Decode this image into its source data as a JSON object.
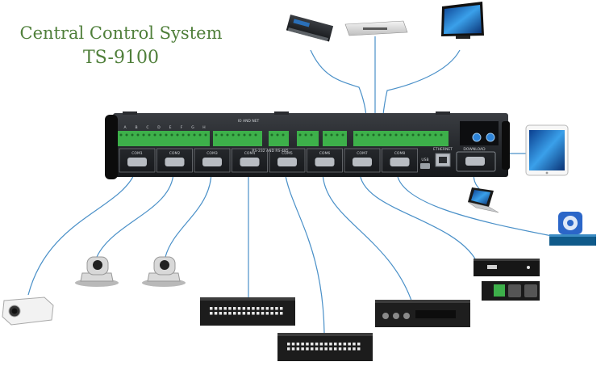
{
  "title_line1": "Central Control System",
  "title_line2": "TS-9100",
  "panel": {
    "io_header": "IO AND NET",
    "serial_header": "RS-232 AND RS-485",
    "io_labels": [
      "A",
      "B",
      "C",
      "D",
      "E",
      "F",
      "G",
      "H"
    ],
    "com_labels": [
      "COM1",
      "COM2",
      "COM3",
      "COM4",
      "COM5",
      "COM6",
      "COM7",
      "COM8"
    ],
    "usb_label": "USB",
    "ethernet_label": "ETHERNET",
    "download_label": "DOWNLOAD"
  },
  "accent_color": "#4f7f3a",
  "cable_color": "#4a90c8",
  "terminal_color": "#3db04a",
  "devices": [
    "projector-icon",
    "ptz-camera-icon",
    "ptz-camera-icon",
    "matrix-switcher-icon",
    "matrix-switcher-icon",
    "audio-mixer-icon",
    "power-sequencer-icon",
    "power-socket-icon",
    "access-point-icon",
    "laptop-icon",
    "tablet-icon",
    "dvd-player-icon",
    "set-top-box-icon",
    "monitor-icon"
  ]
}
